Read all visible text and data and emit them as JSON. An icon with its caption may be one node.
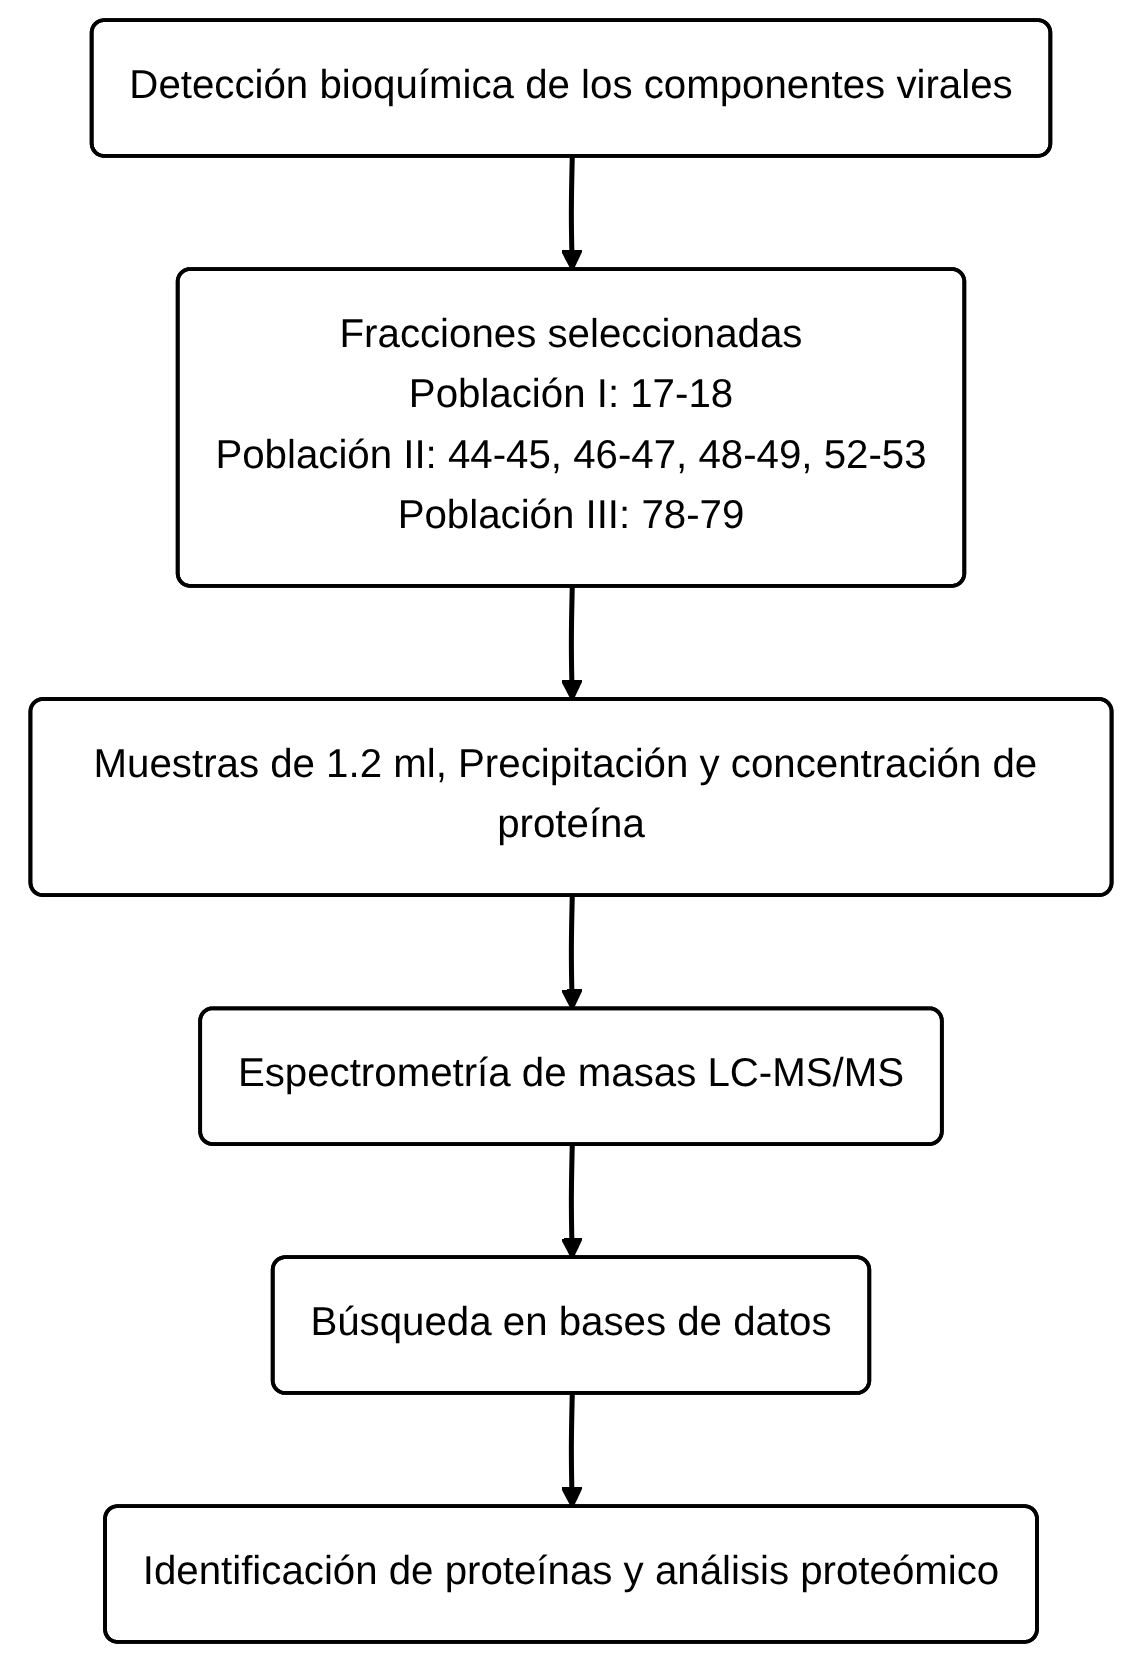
{
  "diagram": {
    "nodes": [
      {
        "text": [
          "Detección bioquímica de los componentes virales"
        ]
      },
      {
        "text": [
          "Fracciones seleccionadas",
          "Población I: 17-18",
          "Población II: 44-45, 46-47, 48-49, 52-53",
          "Población III: 78-79"
        ]
      },
      {
        "text": [
          "Muestras de 1.2 ml, Precipitación y concentración de proteína"
        ]
      },
      {
        "text": [
          "Espectrometría de masas LC-MS/MS"
        ]
      },
      {
        "text": [
          "Búsqueda en bases de datos"
        ]
      },
      {
        "text": [
          "Identificación de proteínas y análisis proteómico"
        ]
      }
    ],
    "edges": [
      {
        "from": 0,
        "to": 1,
        "arrow": "to"
      },
      {
        "from": 1,
        "to": 2,
        "arrow": "to"
      },
      {
        "from": 2,
        "to": 3,
        "arrow": "to"
      },
      {
        "from": 3,
        "to": 4,
        "arrow": "to"
      },
      {
        "from": 4,
        "to": 5,
        "arrow": "to"
      }
    ]
  }
}
